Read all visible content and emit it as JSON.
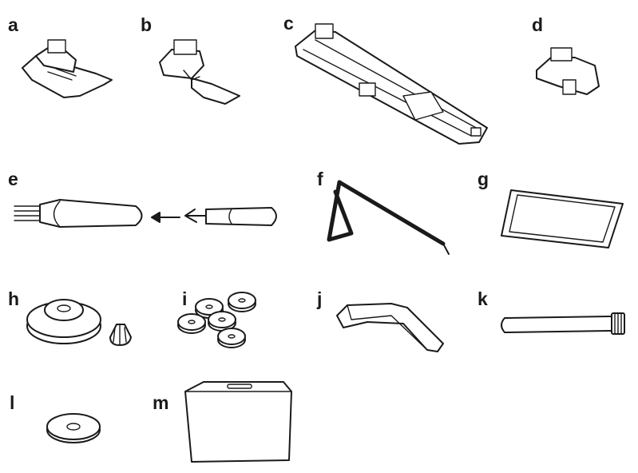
{
  "labels": {
    "a": "a",
    "b": "b",
    "c": "c",
    "d": "d",
    "e": "e",
    "f": "f",
    "g": "g",
    "h": "h",
    "i": "i",
    "j": "j",
    "k": "k",
    "l": "l",
    "m": "m"
  },
  "colors": {
    "ink": "#1a1a1a",
    "background": "#ffffff"
  }
}
